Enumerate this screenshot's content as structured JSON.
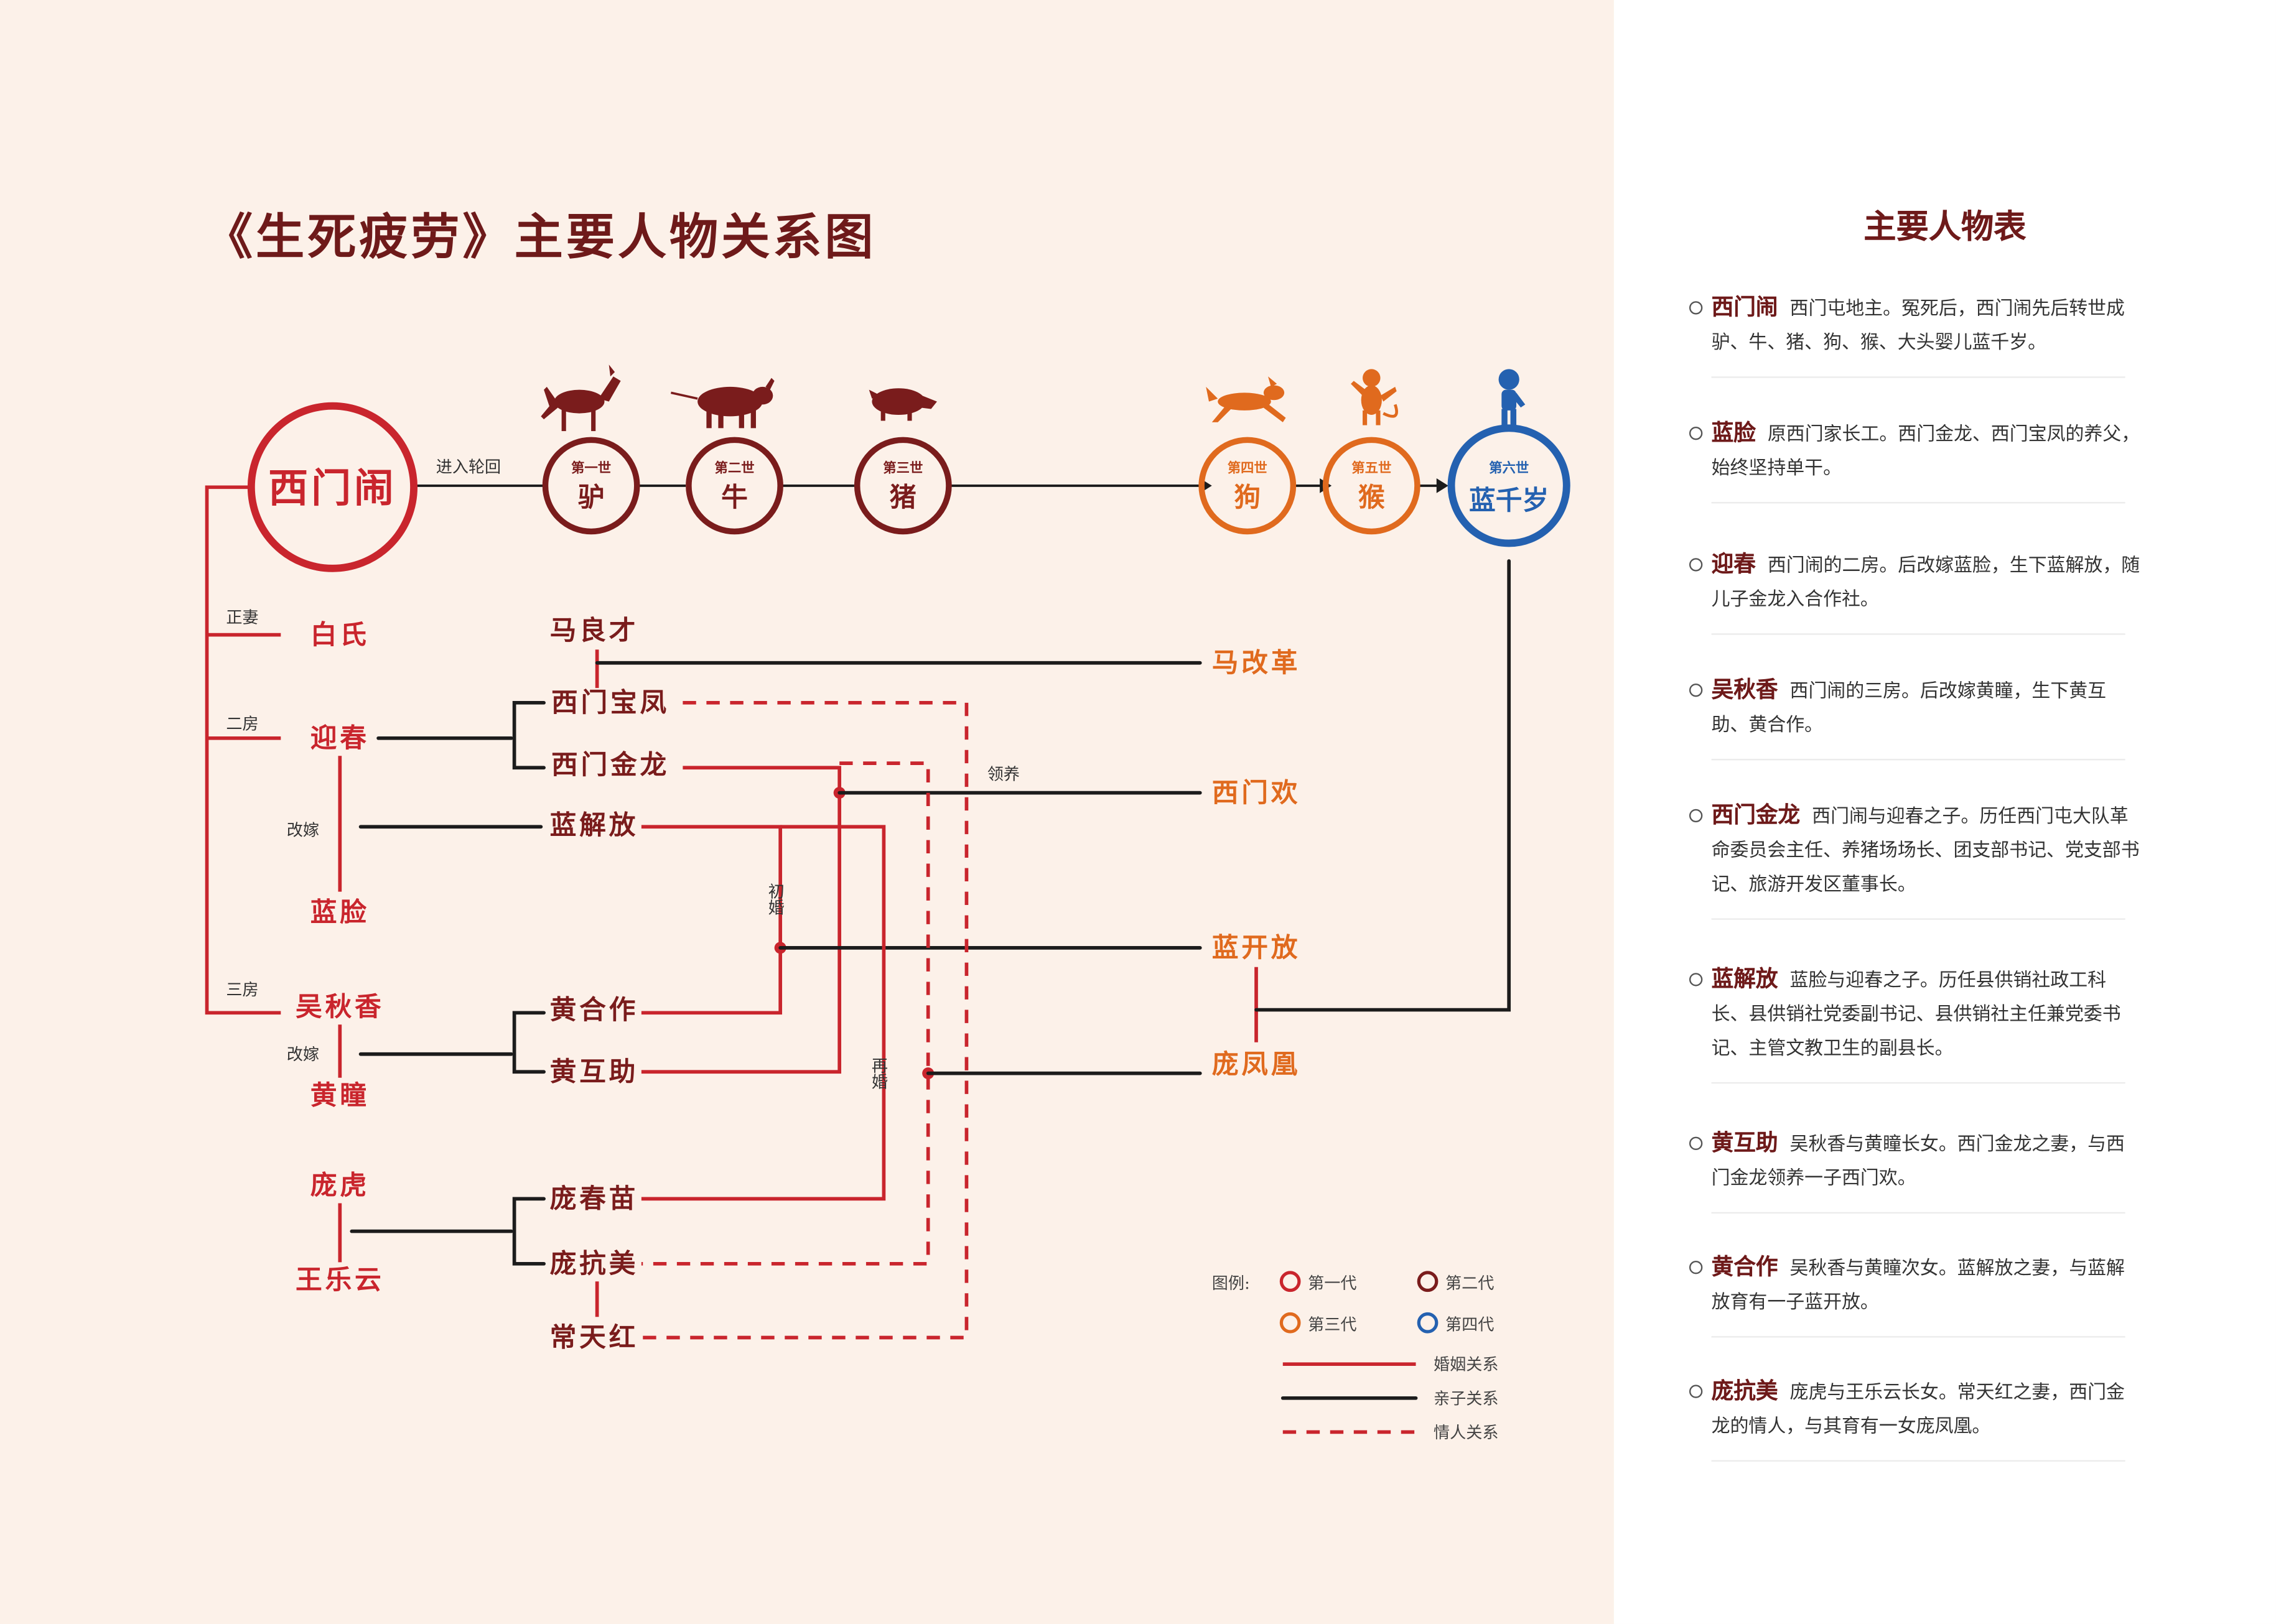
{
  "title": "《生死疲劳》主要人物关系图",
  "colors": {
    "first_gen": "#c9252d",
    "second_gen": "#7a1c1c",
    "third_gen": "#e06a1e",
    "fourth_gen": "#2461b0"
  },
  "icons": [
    "donkey-icon",
    "ox-icon",
    "pig-icon",
    "dog-icon",
    "monkey-icon",
    "boy-icon"
  ],
  "reincarnation": {
    "origin": "西门闹",
    "arrow_label": "进入轮回",
    "stages": [
      {
        "gen": "第一世",
        "name": "驴",
        "icon": "donkey-icon"
      },
      {
        "gen": "第二世",
        "name": "牛",
        "icon": "ox-icon"
      },
      {
        "gen": "第三世",
        "name": "猪",
        "icon": "pig-icon"
      },
      {
        "gen": "第四世",
        "name": "狗",
        "icon": "dog-icon"
      },
      {
        "gen": "第五世",
        "name": "猴",
        "icon": "monkey-icon"
      },
      {
        "gen": "第六世",
        "name": "蓝千岁",
        "icon": "boy-icon"
      }
    ]
  },
  "labels": {
    "wife_main": "正妻",
    "wife_second": "二房",
    "wife_third": "三房",
    "remarry_1": "改嫁",
    "remarry_2": "改嫁",
    "adopt": "领养",
    "first_marriage": "初婚",
    "second_marriage": "再婚"
  },
  "people": {
    "baishi": "白氏",
    "yingchun": "迎春",
    "lanlian": "蓝脸",
    "wuqiuxiang": "吴秋香",
    "huangtong": "黄瞳",
    "panghu": "庞虎",
    "wangleyun": "王乐云",
    "maliangcai": "马良才",
    "ximenbaofeng": "西门宝凤",
    "ximenjinlong": "西门金龙",
    "lanjiefang": "蓝解放",
    "huanghezuo": "黄合作",
    "huanghuzhu": "黄互助",
    "pangchunmiao": "庞春苗",
    "pangkangmei": "庞抗美",
    "changtianhong": "常天红",
    "magaige": "马改革",
    "ximenhuan": "西门欢",
    "lankaifang": "蓝开放",
    "pangfenghuang": "庞凤凰"
  },
  "legend": {
    "title": "图例:",
    "gen1": "第一代",
    "gen2": "第二代",
    "gen3": "第三代",
    "gen4": "第四代",
    "marriage": "婚姻关系",
    "parent_child": "亲子关系",
    "lover": "情人关系"
  },
  "character_table": {
    "title": "主要人物表",
    "entries": [
      {
        "name": "西门闹",
        "desc": "西门屯地主。冤死后，西门闹先后转世成驴、牛、猪、狗、猴、大头婴儿蓝千岁。"
      },
      {
        "name": "蓝脸",
        "desc": "原西门家长工。西门金龙、西门宝凤的养父，始终坚持单干。"
      },
      {
        "name": "迎春",
        "desc": "西门闹的二房。后改嫁蓝脸，生下蓝解放，随儿子金龙入合作社。"
      },
      {
        "name": "吴秋香",
        "desc": "西门闹的三房。后改嫁黄瞳，生下黄互助、黄合作。"
      },
      {
        "name": "西门金龙",
        "desc": "西门闹与迎春之子。历任西门屯大队革命委员会主任、养猪场场长、团支部书记、党支部书记、旅游开发区董事长。"
      },
      {
        "name": "蓝解放",
        "desc": "蓝脸与迎春之子。历任县供销社政工科长、县供销社党委副书记、县供销社主任兼党委书记、主管文教卫生的副县长。"
      },
      {
        "name": "黄互助",
        "desc": "吴秋香与黄瞳长女。西门金龙之妻，与西门金龙领养一子西门欢。"
      },
      {
        "name": "黄合作",
        "desc": "吴秋香与黄瞳次女。蓝解放之妻，与蓝解放育有一子蓝开放。"
      },
      {
        "name": "庞抗美",
        "desc": "庞虎与王乐云长女。常天红之妻，西门金龙的情人，与其育有一女庞凤凰。"
      }
    ]
  }
}
